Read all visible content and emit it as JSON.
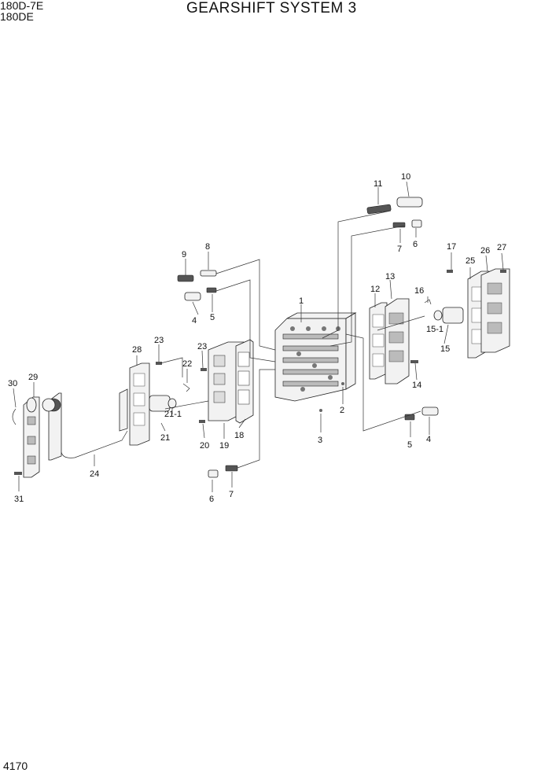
{
  "header": {
    "model_line1": "180D-7E",
    "model_line2": "180DE",
    "title": "GEARSHIFT SYSTEM 3"
  },
  "footer": {
    "page_number": "4170"
  },
  "callouts": [
    "1",
    "2",
    "3",
    "4",
    "5",
    "6",
    "7",
    "8",
    "9",
    "10",
    "11",
    "12",
    "13",
    "14",
    "15",
    "15-1",
    "16",
    "17",
    "18",
    "19",
    "20",
    "21",
    "21-1",
    "22",
    "23",
    "24",
    "25",
    "26",
    "27",
    "28",
    "29",
    "30",
    "31"
  ]
}
